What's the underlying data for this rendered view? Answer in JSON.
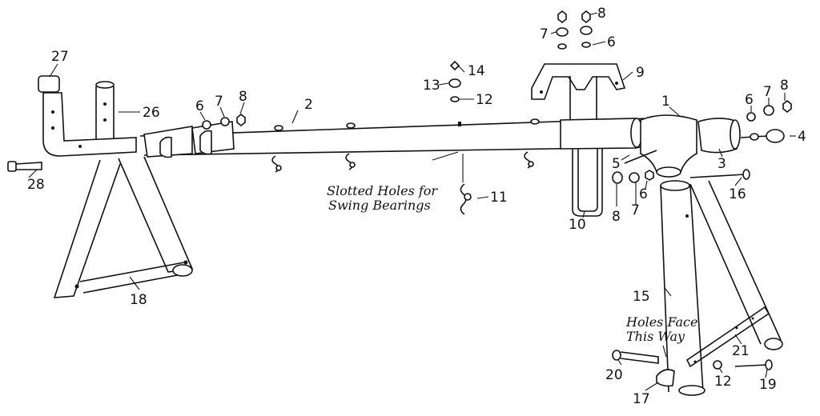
{
  "part_numbers": {
    "n1": "1",
    "n2": "2",
    "n3": "3",
    "n4": "4",
    "n5": "5",
    "n6a": "6",
    "n6b": "6",
    "n6c": "6",
    "n6d": "6",
    "n7a": "7",
    "n7b": "7",
    "n7c": "7",
    "n7d": "7",
    "n8a": "8",
    "n8b": "8",
    "n8c": "8",
    "n8d": "8",
    "n9": "9",
    "n10": "10",
    "n11": "11",
    "n12a": "12",
    "n12b": "12",
    "n13": "13",
    "n14": "14",
    "n15": "15",
    "n16": "16",
    "n17": "17",
    "n18": "18",
    "n19": "19",
    "n20": "20",
    "n21": "21",
    "n26": "26",
    "n27": "27",
    "n28": "28"
  },
  "notes": {
    "slotted_line1": "Slotted Holes for",
    "slotted_line2": "Swing Bearings",
    "holes_line1": "Holes Face",
    "holes_line2": "This Way"
  }
}
